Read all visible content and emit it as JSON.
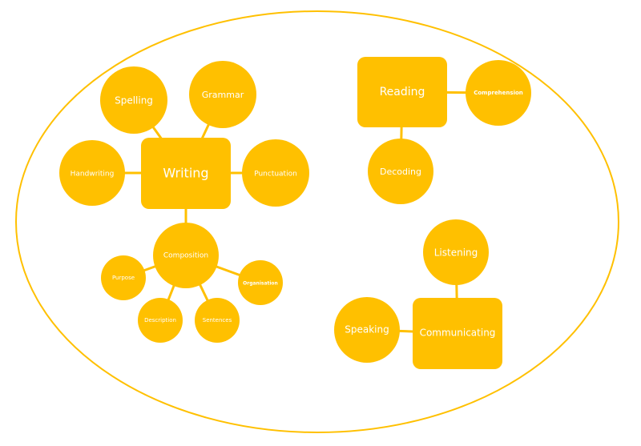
{
  "accent_color": "#FFC000",
  "nodes": {
    "writing": "Writing",
    "spelling": "Spelling",
    "grammar": "Grammar",
    "handwriting": "Handwriting",
    "punctuation": "Punctuation",
    "composition": "Composition",
    "purpose": "Purpose",
    "description": "Description",
    "sentences": "Sentences",
    "organisation": "Organisation",
    "reading": "Reading",
    "comprehension": "Comprehension",
    "decoding": "Decoding",
    "listening": "Listening",
    "communicating": "Communicating",
    "speaking": "Speaking"
  }
}
